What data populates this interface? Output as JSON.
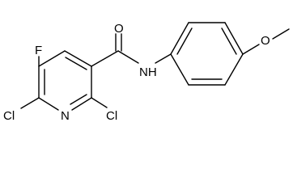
{
  "molecule": {
    "atoms": {
      "fluorine": "F",
      "chlorine_left": "Cl",
      "pyridine_nitrogen": "N",
      "chlorine_right": "Cl",
      "carbonyl_oxygen": "O",
      "amide_nh": "NH",
      "methoxy_oxygen": "O"
    }
  }
}
